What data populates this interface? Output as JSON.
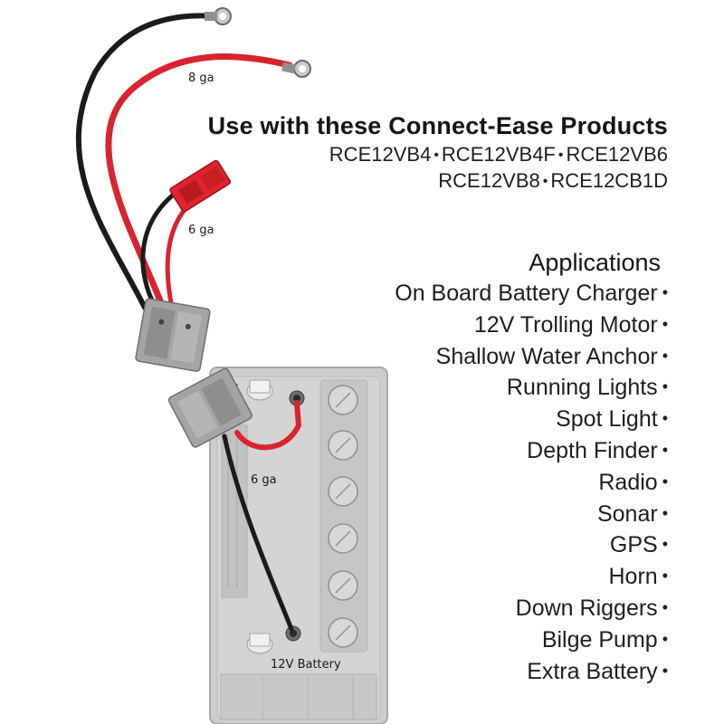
{
  "illustration": {
    "wire_labels": [
      "8 ga",
      "6 ga",
      "6 ga"
    ],
    "battery_label": "12V Battery",
    "positive_mark": "+"
  },
  "products": {
    "title": "Use with these Connect-Ease Products",
    "line1": [
      "RCE12VB4",
      "RCE12VB4F",
      "RCE12VB6"
    ],
    "line2": [
      "RCE12VB8",
      "RCE12CB1D"
    ],
    "separator": "•"
  },
  "applications": {
    "title": "Applications",
    "bullet": "•",
    "items": [
      "On Board Battery Charger",
      "12V Trolling Motor",
      "Shallow Water Anchor",
      "Running Lights",
      "Spot Light",
      "Depth Finder",
      "Radio",
      "Sonar",
      "GPS",
      "Horn",
      "Down Riggers",
      "Bilge Pump",
      "Extra Battery"
    ]
  },
  "colors": {
    "wire_red": "#d9232e",
    "wire_black": "#1b1b1b",
    "connector_red": "#e0242c",
    "connector_gray": "#9a9a9a",
    "battery_gray": "#c9c9c9"
  }
}
